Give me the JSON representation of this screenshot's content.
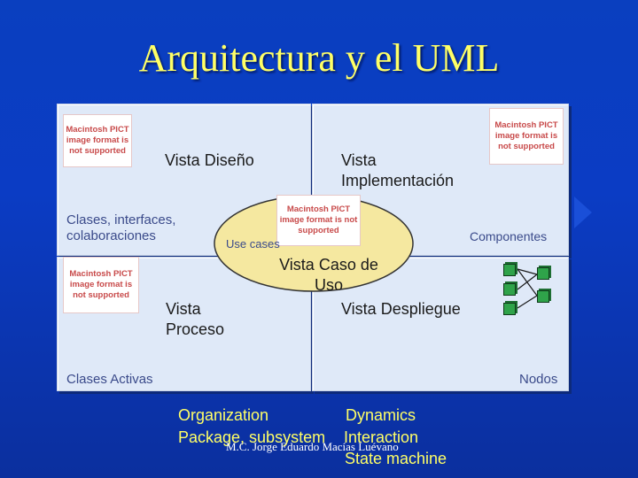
{
  "title": "Arquitectura y el UML",
  "pict_text": "Macintosh PICT image format is not supported",
  "views": {
    "design": "Vista Diseño",
    "implementation": "Vista Implementación",
    "use_case": "Vista Caso de Uso",
    "process": "Vista Proceso",
    "deployment": "Vista Despliegue"
  },
  "notes": {
    "design": "Clases, interfaces, colaboraciones",
    "use_case": "Use cases",
    "implementation": "Componentes",
    "process": "Clases Activas",
    "deployment": "Nodos"
  },
  "bottom": {
    "organization": "Organization",
    "package": "Package, subsystem",
    "dynamics": "Dynamics",
    "interaction": "Interaction",
    "state_machine": "State machine",
    "author": "M.C. Jorge Eduardo Macías Luévano"
  }
}
